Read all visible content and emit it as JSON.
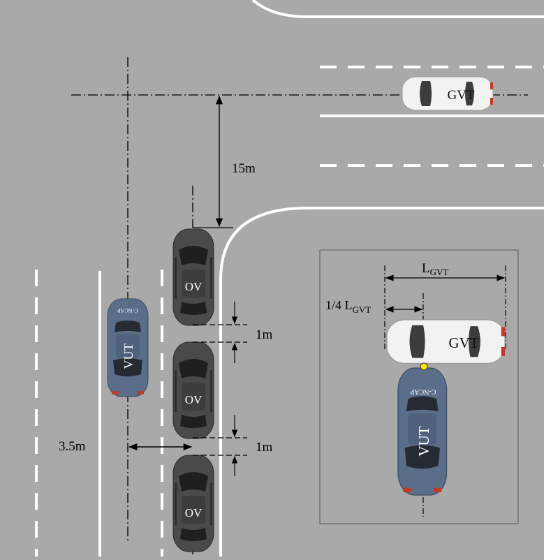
{
  "vehicles": {
    "gvt_label": "GVT",
    "ov_label": "OV",
    "vut_label": "VUT",
    "vut_logo": "C-NCAP"
  },
  "dimensions": {
    "longitudinal": "15m",
    "gap_top": "1m",
    "gap_bottom": "1m",
    "lateral": "3.5m",
    "length_main": "L",
    "length_sub": "GVT",
    "quarter_prefix": "1/4 L",
    "quarter_sub": "GVT"
  },
  "colors": {
    "road": "#a9a9a9",
    "lane_marking": "#ffffff",
    "ov_body": "#4a4a4a",
    "vut_body": "#5a6e8a",
    "gvt_body": "#f2f2f2",
    "impact_point": "#ffe600"
  }
}
